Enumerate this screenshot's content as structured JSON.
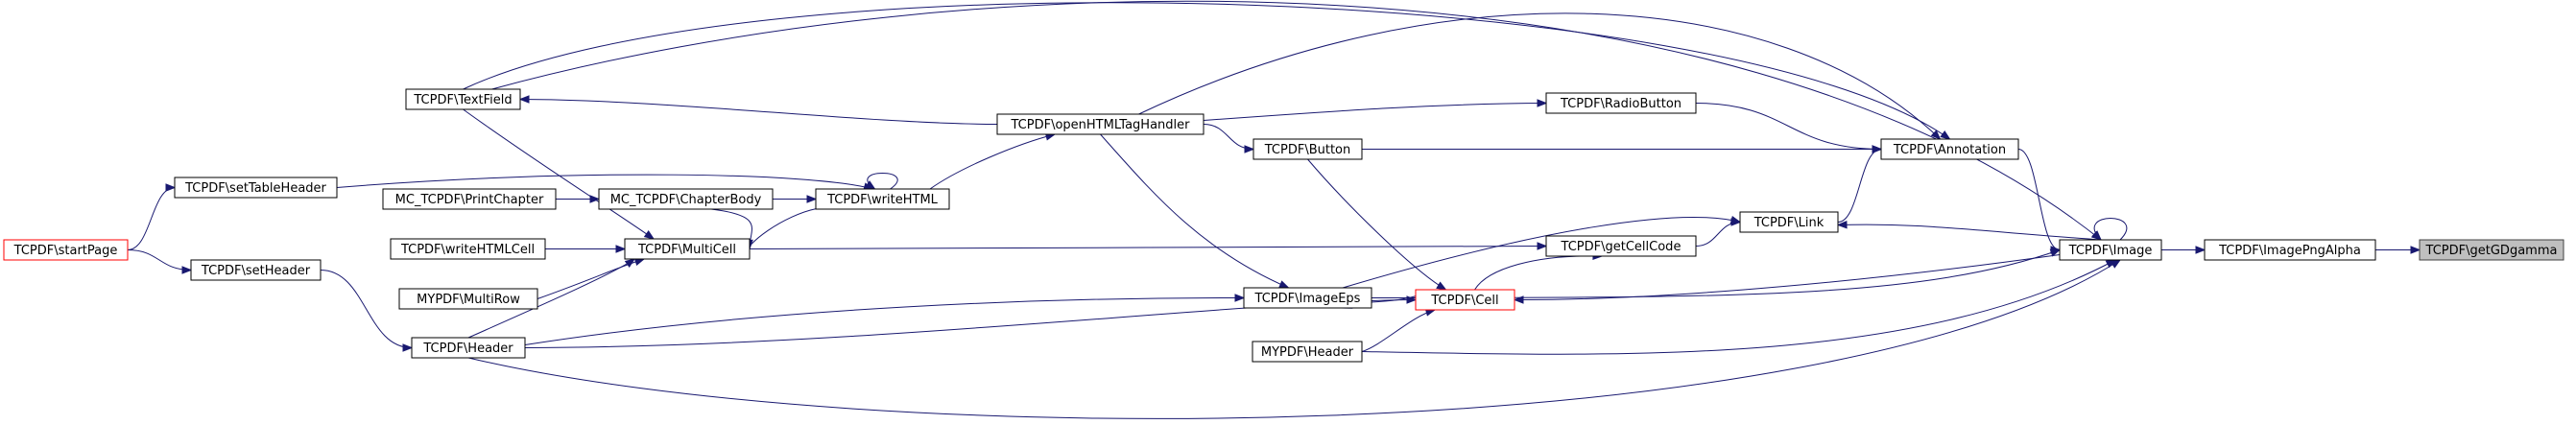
{
  "diagram": {
    "nodes": [
      {
        "id": "getGDgamma",
        "label": "TCPDF\\getGDgamma",
        "style": "current"
      },
      {
        "id": "ImagePngAlpha",
        "label": "TCPDF\\ImagePngAlpha",
        "style": "normal"
      },
      {
        "id": "Image",
        "label": "TCPDF\\Image",
        "style": "normal"
      },
      {
        "id": "Annotation",
        "label": "TCPDF\\Annotation",
        "style": "normal"
      },
      {
        "id": "Link",
        "label": "TCPDF\\Link",
        "style": "normal"
      },
      {
        "id": "RadioButton",
        "label": "TCPDF\\RadioButton",
        "style": "normal"
      },
      {
        "id": "getCellCode",
        "label": "TCPDF\\getCellCode",
        "style": "normal"
      },
      {
        "id": "openHTMLTagHandler",
        "label": "TCPDF\\openHTMLTagHandler",
        "style": "normal"
      },
      {
        "id": "Button",
        "label": "TCPDF\\Button",
        "style": "normal"
      },
      {
        "id": "ImageEps",
        "label": "TCPDF\\ImageEps",
        "style": "normal"
      },
      {
        "id": "Cell",
        "label": "TCPDF\\Cell",
        "style": "red"
      },
      {
        "id": "MYPDFHeader",
        "label": "MYPDF\\Header",
        "style": "normal"
      },
      {
        "id": "TextField",
        "label": "TCPDF\\TextField",
        "style": "normal"
      },
      {
        "id": "writeHTML",
        "label": "TCPDF\\writeHTML",
        "style": "normal"
      },
      {
        "id": "ChapterBody",
        "label": "MC_TCPDF\\ChapterBody",
        "style": "normal"
      },
      {
        "id": "PrintChapter",
        "label": "MC_TCPDF\\PrintChapter",
        "style": "normal"
      },
      {
        "id": "MultiCell",
        "label": "TCPDF\\MultiCell",
        "style": "normal"
      },
      {
        "id": "writeHTMLCell",
        "label": "TCPDF\\writeHTMLCell",
        "style": "normal"
      },
      {
        "id": "MultiRow",
        "label": "MYPDF\\MultiRow",
        "style": "normal"
      },
      {
        "id": "Header",
        "label": "TCPDF\\Header",
        "style": "normal"
      },
      {
        "id": "setTableHeader",
        "label": "TCPDF\\setTableHeader",
        "style": "normal"
      },
      {
        "id": "setHeader",
        "label": "TCPDF\\setHeader",
        "style": "normal"
      },
      {
        "id": "startPage",
        "label": "TCPDF\\startPage",
        "style": "red"
      }
    ],
    "edges": [
      {
        "from": "ImagePngAlpha",
        "to": "getGDgamma"
      },
      {
        "from": "Image",
        "to": "ImagePngAlpha"
      },
      {
        "from": "Image",
        "to": "Image"
      },
      {
        "from": "Annotation",
        "to": "Image"
      },
      {
        "from": "Link",
        "to": "Annotation"
      },
      {
        "from": "Image",
        "to": "Link"
      },
      {
        "from": "getCellCode",
        "to": "Link"
      },
      {
        "from": "RadioButton",
        "to": "Annotation"
      },
      {
        "from": "Button",
        "to": "Annotation"
      },
      {
        "from": "openHTMLTagHandler",
        "to": "Annotation"
      },
      {
        "from": "TextField",
        "to": "Annotation"
      },
      {
        "from": "openHTMLTagHandler",
        "to": "RadioButton"
      },
      {
        "from": "openHTMLTagHandler",
        "to": "Button"
      },
      {
        "from": "openHTMLTagHandler",
        "to": "TextField"
      },
      {
        "from": "openHTMLTagHandler",
        "to": "ImageEps"
      },
      {
        "from": "writeHTML",
        "to": "openHTMLTagHandler"
      },
      {
        "from": "Cell",
        "to": "getCellCode"
      },
      {
        "from": "Cell",
        "to": "ImageEps"
      },
      {
        "from": "Button",
        "to": "Cell"
      },
      {
        "from": "MYPDFHeader",
        "to": "Cell"
      },
      {
        "from": "Image",
        "to": "Cell"
      },
      {
        "from": "Header",
        "to": "Cell"
      },
      {
        "from": "ImageEps",
        "to": "Image"
      },
      {
        "from": "ImageEps",
        "to": "Link"
      },
      {
        "from": "MYPDFHeader",
        "to": "Image"
      },
      {
        "from": "Header",
        "to": "Image"
      },
      {
        "from": "Header",
        "to": "ImageEps"
      },
      {
        "from": "TextField",
        "to": "Image"
      },
      {
        "from": "ChapterBody",
        "to": "writeHTML"
      },
      {
        "from": "PrintChapter",
        "to": "ChapterBody"
      },
      {
        "from": "writeHTML",
        "to": "writeHTML"
      },
      {
        "from": "MultiCell",
        "to": "writeHTML"
      },
      {
        "from": "writeHTML",
        "to": "MultiCell"
      },
      {
        "from": "MultiCell",
        "to": "getCellCode"
      },
      {
        "from": "writeHTMLCell",
        "to": "MultiCell"
      },
      {
        "from": "MultiRow",
        "to": "MultiCell"
      },
      {
        "from": "Header",
        "to": "MultiCell"
      },
      {
        "from": "TextField",
        "to": "MultiCell"
      },
      {
        "from": "setTableHeader",
        "to": "writeHTML"
      },
      {
        "from": "setHeader",
        "to": "Header"
      },
      {
        "from": "startPage",
        "to": "setTableHeader"
      },
      {
        "from": "startPage",
        "to": "setHeader"
      }
    ]
  }
}
